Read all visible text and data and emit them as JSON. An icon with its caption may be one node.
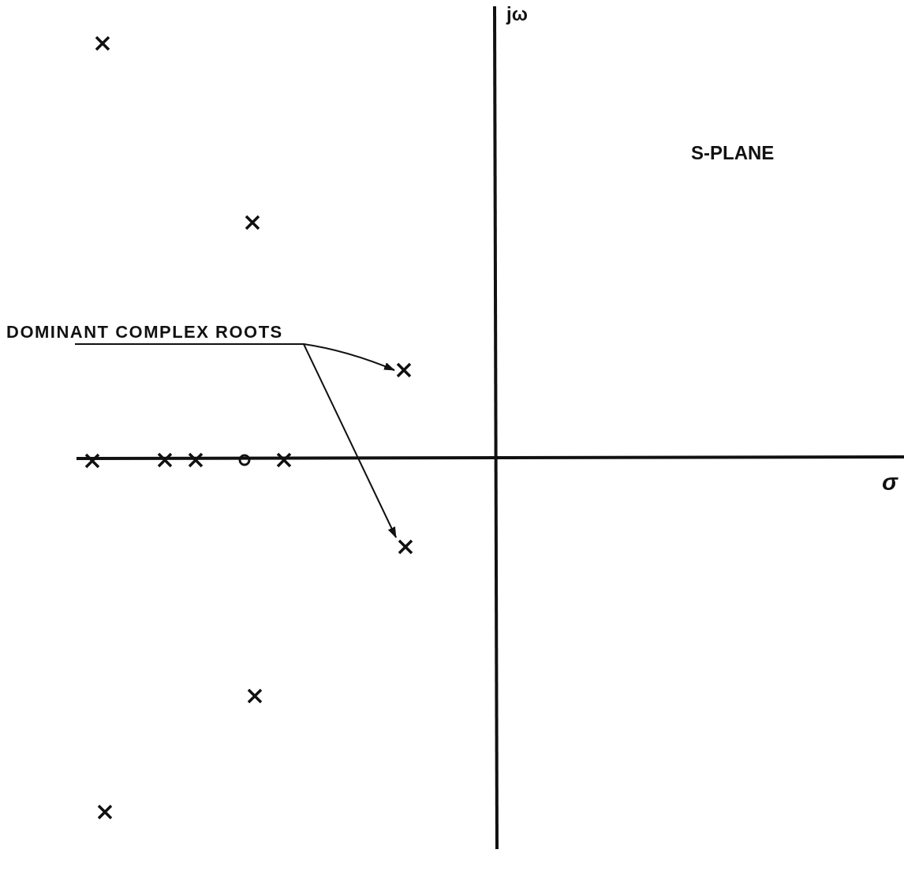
{
  "diagram": {
    "nodes": [
      {
        "text": [
          "DOMINANT COMPLEX ROOTS"
        ]
      },
      {
        "text": [],
        "shape": "cross"
      },
      {
        "text": [],
        "shape": "cross"
      }
    ],
    "edges": [
      {
        "from": 0,
        "to": 1,
        "arrow": "to"
      },
      {
        "from": 0,
        "to": 2,
        "arrow": "to"
      }
    ],
    "labels": [
      "jω",
      "S-PLANE",
      "σ"
    ]
  }
}
